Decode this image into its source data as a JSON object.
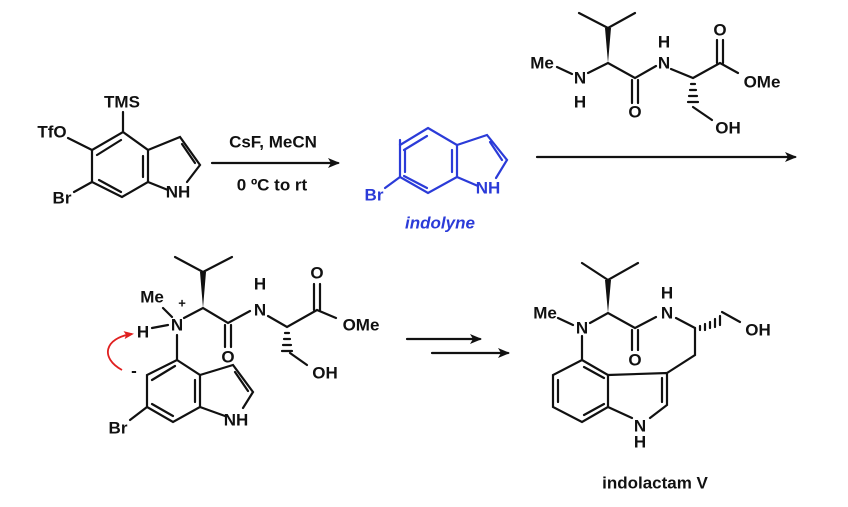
{
  "colors": {
    "ink": "#111111",
    "indolyne": "#2b3bd8",
    "curved_arrow": "#e02020"
  },
  "start_material": {
    "tms": "TMS",
    "tfo": "TfO",
    "br": "Br",
    "nh": "NH"
  },
  "step1": {
    "reagents": "CsF, MeCN",
    "conditions": "0 ºC  to rt"
  },
  "indolyne": {
    "br": "Br",
    "nh": "NH",
    "label": "indolyne"
  },
  "dipeptide": {
    "me": "Me",
    "n": "N",
    "h": "H",
    "o": "O",
    "n2": "N",
    "h2": "H",
    "o2": "O",
    "ome": "OMe",
    "oh": "OH"
  },
  "intermediate": {
    "me": "Me",
    "n": "N",
    "plus": "+",
    "h": "H",
    "minus": "-",
    "o": "O",
    "n2": "N",
    "h2": "H",
    "o2": "O",
    "ome": "OMe",
    "oh": "OH",
    "br": "Br",
    "nh": "NH"
  },
  "product": {
    "me": "Me",
    "n": "N",
    "o": "O",
    "n2": "N",
    "h2": "H",
    "oh": "OH",
    "n3": "N",
    "h3": "H",
    "name": "indolactam V"
  }
}
